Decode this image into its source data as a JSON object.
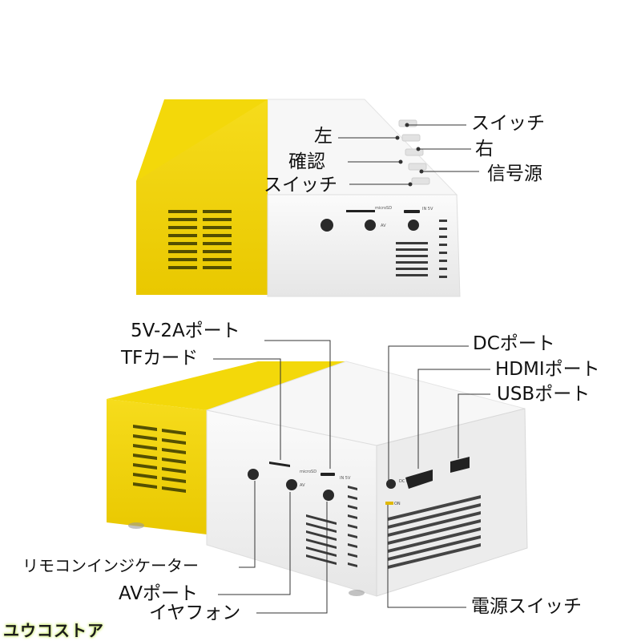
{
  "top_view": {
    "labels": {
      "switch": "スイッチ",
      "left": "左",
      "right": "右",
      "confirm": "確認",
      "signal_source": "信号源",
      "switch2": "スイッチ"
    },
    "port_marks": {
      "microsd": "microSD",
      "in5v": "IN 5V",
      "av": "AV"
    }
  },
  "bottom_view": {
    "labels": {
      "power_5v2a": "5V-2Aポート",
      "tf_card": "TFカード",
      "dc_port": "DCポート",
      "hdmi_port": "HDMIポート",
      "usb_port": "USBポート",
      "remote_indicator": "リモコンインジケーター",
      "av_port": "AVポート",
      "earphone": "イヤフォン",
      "power_switch": "電源スイッチ"
    },
    "port_marks": {
      "microsd": "microSD",
      "in5v": "IN 5V",
      "av": "AV",
      "dc_in": "DC IN",
      "on": "ON"
    }
  },
  "watermark": "ユウコストア",
  "colors": {
    "yellow": "#f2d400",
    "white_body": "#f4f4f4",
    "line": "#222222"
  }
}
